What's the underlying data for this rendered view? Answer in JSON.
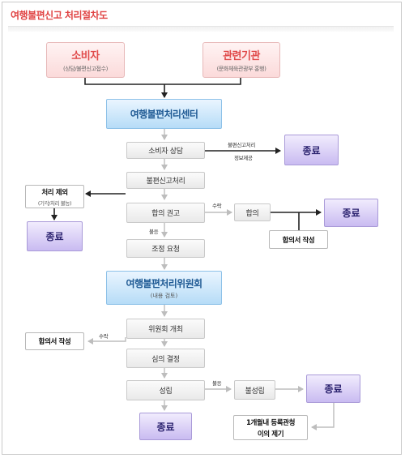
{
  "title": "여행불편신고 처리절차도",
  "boxes": {
    "consumer": {
      "main": "소비자",
      "sub": "(상담/불편신고접수)"
    },
    "agency": {
      "main": "관련기관",
      "sub": "(문화체육관광부 홍행)"
    },
    "center": {
      "main": "여행불편처리센터"
    },
    "consult": "소비자 상담",
    "end1": "종료",
    "complaint": "불편신고처리",
    "excluded": {
      "main": "처리 제외",
      "sub": "(기각/처리 불능)"
    },
    "end2": "종료",
    "recommend": "합의 권고",
    "agree": "합의",
    "end3": "종료",
    "agreement_doc1": "합의서 작성",
    "mediation": "조정 요청",
    "committee": {
      "main": "여행불편처리위원회",
      "sub": "(내용 검토)"
    },
    "committee_meeting": "위원회 개최",
    "agreement_doc2": "합의서 작성",
    "deliberation": "심의 결정",
    "established": "성립",
    "not_established": "불성립",
    "end4": "종료",
    "end5": "종료",
    "objection": {
      "line1": "1개월내 등록관청",
      "line2": "이의 제기"
    }
  },
  "labels": {
    "complaint_handling": "불편신고처리",
    "info_provision": "정보제공",
    "accept1": "수락",
    "refuse1": "불응",
    "accept2": "수락",
    "refuse2": "불응"
  },
  "colors": {
    "title_red": "#e04444",
    "arrow_black": "#222222",
    "arrow_grey": "#bdbdbd"
  }
}
